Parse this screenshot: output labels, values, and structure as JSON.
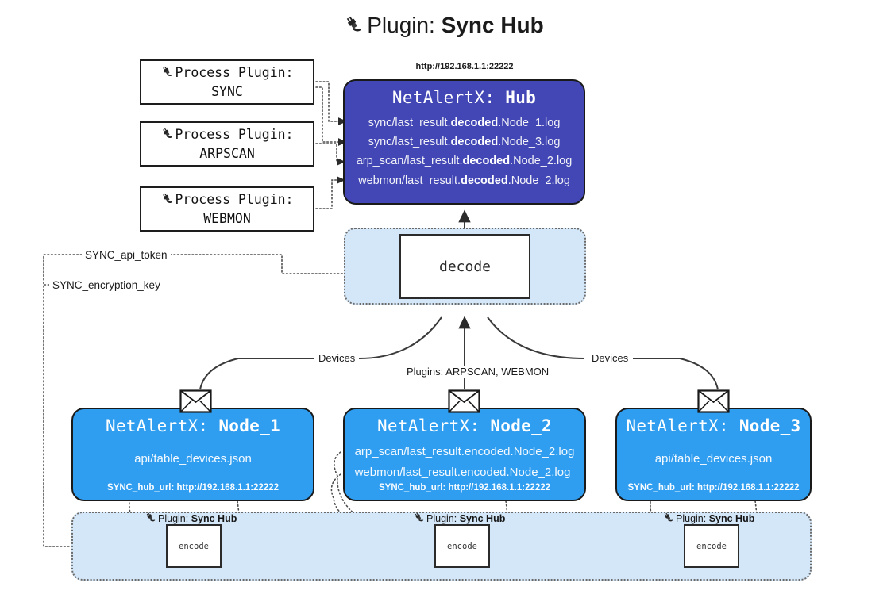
{
  "title": {
    "icon": "plug-icon",
    "prefix": "Plugin: ",
    "name": "Sync Hub"
  },
  "process_plugins": [
    {
      "icon": "plug-icon",
      "line1": "Process Plugin:",
      "line2": "SYNC"
    },
    {
      "icon": "plug-icon",
      "line1": "Process Plugin:",
      "line2": "ARPSCAN"
    },
    {
      "icon": "plug-icon",
      "line1": "Process Plugin:",
      "line2": "WEBMON"
    }
  ],
  "hub": {
    "url": "http://192.168.1.1:22222",
    "title_prefix": "NetAlertX: ",
    "title_name": "Hub",
    "logs": [
      {
        "pre": "sync/last_result.",
        "mid": "decoded",
        "post": ".Node_1.log"
      },
      {
        "pre": "sync/last_result.",
        "mid": "decoded",
        "post": ".Node_3.log"
      },
      {
        "pre": "arp_scan/last_result.",
        "mid": "decoded",
        "post": ".Node_2.log"
      },
      {
        "pre": "webmon/last_result.",
        "mid": "decoded",
        "post": ".Node_2.log"
      }
    ]
  },
  "decode": {
    "label": "decode"
  },
  "secrets": [
    {
      "label": "SYNC_api_token"
    },
    {
      "label": "SYNC_encryption_key"
    }
  ],
  "edge_labels": {
    "devices_left": "Devices",
    "devices_right": "Devices",
    "plugins": "Plugins: ARPSCAN, WEBMON"
  },
  "nodes": [
    {
      "id": "node1",
      "title_prefix": "NetAlertX: ",
      "title_name": "Node_1",
      "lines": [
        "api/table_devices.json"
      ],
      "footer": "SYNC_hub_url: http://192.168.1.1:22222",
      "envelope_icon": "envelope-icon"
    },
    {
      "id": "node2",
      "title_prefix": "NetAlertX: ",
      "title_name": "Node_2",
      "lines": [
        "arp_scan/last_result.encoded.Node_2.log",
        "webmon/last_result.encoded.Node_2.log"
      ],
      "footer": "SYNC_hub_url: http://192.168.1.1:22222",
      "envelope_icon": "envelope-icon"
    },
    {
      "id": "node3",
      "title_prefix": "NetAlertX: ",
      "title_name": "Node_3",
      "lines": [
        "api/table_devices.json"
      ],
      "footer": "SYNC_hub_url: http://192.168.1.1:22222",
      "envelope_icon": "envelope-icon"
    }
  ],
  "plugin_strip": {
    "captions": [
      {
        "icon": "plug-icon",
        "prefix": "Plugin: ",
        "name": "Sync Hub"
      },
      {
        "icon": "plug-icon",
        "prefix": "Plugin: ",
        "name": "Sync Hub"
      },
      {
        "icon": "plug-icon",
        "prefix": "Plugin: ",
        "name": "Sync Hub"
      }
    ],
    "encode_label": "encode"
  },
  "colors": {
    "hub_fill": "#4247b5",
    "node_fill": "#2f9ef0",
    "container_fill": "#d4e7f8",
    "stroke": "#1a1a1a",
    "dotted_stroke": "#6b6b6b",
    "background": "#ffffff"
  }
}
